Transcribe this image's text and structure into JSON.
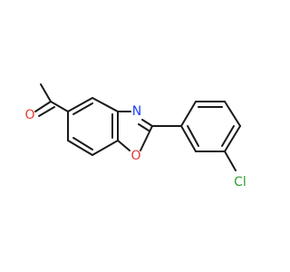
{
  "molecule": {
    "atoms": [
      {
        "id": "O_ald",
        "label": "O",
        "color": "#e53935"
      },
      {
        "id": "N",
        "label": "N",
        "color": "#1e40ff"
      },
      {
        "id": "O_ring",
        "label": "O",
        "color": "#e53935"
      },
      {
        "id": "Cl",
        "label": "Cl",
        "color": "#2e9e2e"
      }
    ],
    "colors": {
      "bond": "#1a1a1a",
      "oxygen": "#e53935",
      "nitrogen": "#1e40ff",
      "chlorine": "#2e9e2e"
    }
  }
}
